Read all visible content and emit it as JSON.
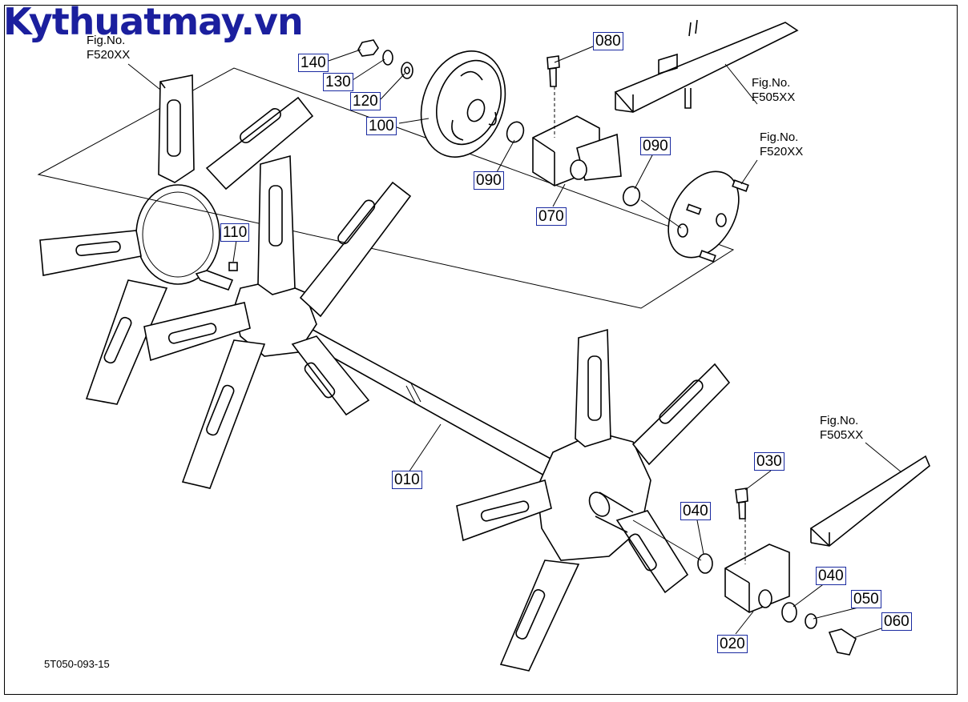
{
  "brand": "Kythuatmay.vn",
  "drawing_number": "5T050-093-15",
  "figure_refs": [
    {
      "id": "ref-f520-top-left",
      "title": "Fig.No.",
      "code": "F520XX"
    },
    {
      "id": "ref-f505-top-right",
      "title": "Fig.No.",
      "code": "F505XX"
    },
    {
      "id": "ref-f520-right",
      "title": "Fig.No.",
      "code": "F520XX"
    },
    {
      "id": "ref-f505-bottom-right",
      "title": "Fig.No.",
      "code": "F505XX"
    }
  ],
  "callouts": [
    {
      "id": "part-140",
      "label": "140"
    },
    {
      "id": "part-130",
      "label": "130"
    },
    {
      "id": "part-120",
      "label": "120"
    },
    {
      "id": "part-100",
      "label": "100"
    },
    {
      "id": "part-090-left",
      "label": "090"
    },
    {
      "id": "part-080",
      "label": "080"
    },
    {
      "id": "part-070",
      "label": "070"
    },
    {
      "id": "part-090-right",
      "label": "090"
    },
    {
      "id": "part-110",
      "label": "110"
    },
    {
      "id": "part-010",
      "label": "010"
    },
    {
      "id": "part-030",
      "label": "030"
    },
    {
      "id": "part-040-left",
      "label": "040"
    },
    {
      "id": "part-040-right",
      "label": "040"
    },
    {
      "id": "part-050",
      "label": "050"
    },
    {
      "id": "part-060",
      "label": "060"
    },
    {
      "id": "part-020",
      "label": "020"
    }
  ]
}
